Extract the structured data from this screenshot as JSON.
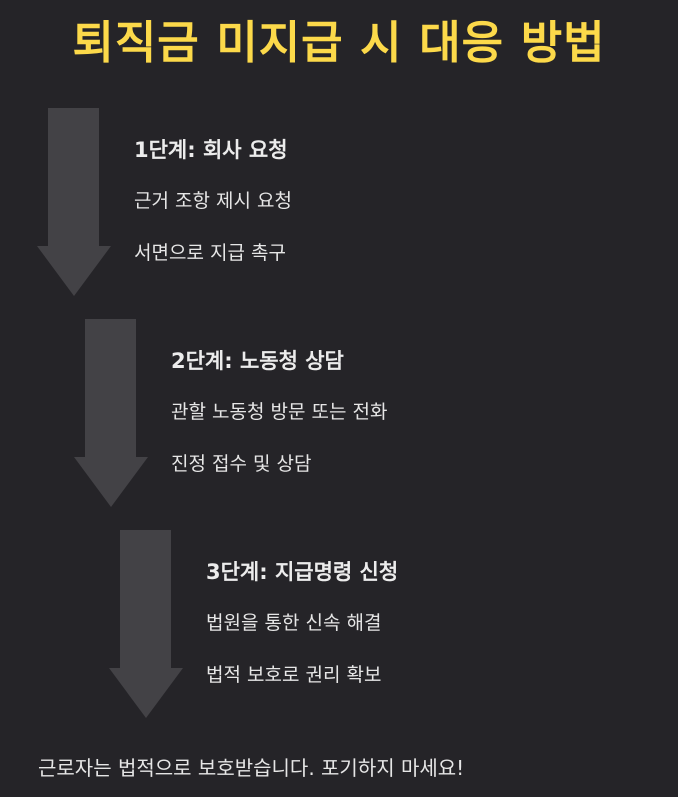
{
  "title": "퇴직금 미지급 시 대응 방법",
  "steps": [
    {
      "title": "1단계: 회사 요청",
      "items": [
        "근거 조항 제시 요청",
        "서면으로 지급 촉구"
      ]
    },
    {
      "title": "2단계: 노동청 상담",
      "items": [
        "관할 노동청 방문 또는 전화",
        "진정 접수 및 상담"
      ]
    },
    {
      "title": "3단계: 지급명령 신청",
      "items": [
        "법원을 통한 신속 해결",
        "법적 보호로 권리 확보"
      ]
    }
  ],
  "footer": "근로자는 법적으로 보호받습니다. 포기하지 마세요!",
  "colors": {
    "background": "#252428",
    "title": "#fcd94a",
    "arrow": "#434246",
    "text": "#e9e9e9"
  }
}
